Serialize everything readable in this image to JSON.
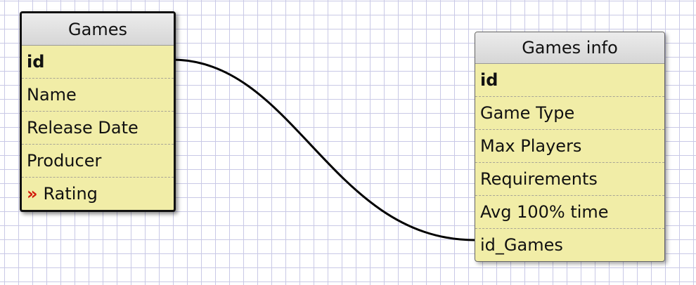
{
  "tables": [
    {
      "name": "Games",
      "fields": [
        {
          "label": "id",
          "primary": true
        },
        {
          "label": "Name"
        },
        {
          "label": "Release Date"
        },
        {
          "label": "Producer"
        },
        {
          "label": "Rating",
          "marker": "»"
        }
      ]
    },
    {
      "name": "Games info",
      "fields": [
        {
          "label": "id",
          "primary": true
        },
        {
          "label": "Game Type"
        },
        {
          "label": "Max Players"
        },
        {
          "label": "Requirements"
        },
        {
          "label": "Avg 100% time"
        },
        {
          "label": "id_Games"
        }
      ]
    }
  ],
  "relation": {
    "from": "Games.id",
    "to": "Games info.id_Games"
  },
  "colors": {
    "row_bg": "#f1eda7",
    "header_bg": "#dcdcdc",
    "fk_marker": "#d11a0a",
    "grid": "#c9c9e6",
    "line": "#000000"
  }
}
